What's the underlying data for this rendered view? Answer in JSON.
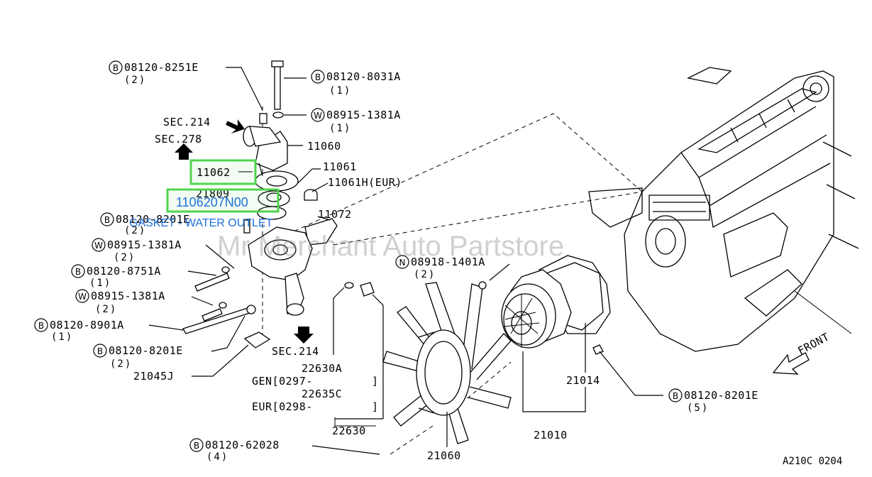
{
  "watermark": "Mr Merchant Auto Partstore",
  "highlight": {
    "boxed_part": "11062",
    "boxed_part_number": "1106207N00",
    "description": "GASKET - WATER OUTLET",
    "overlapped_label": "21809",
    "color": "#4fd44f",
    "text_color": "#1e6fd9"
  },
  "callouts": {
    "b_08120_8251e": {
      "badge": "B",
      "code": "08120-8251E",
      "qty": "(2)"
    },
    "b_08120_8031a": {
      "badge": "B",
      "code": "08120-8031A",
      "qty": "(1)"
    },
    "w_08915_1381a_top": {
      "badge": "W",
      "code": "08915-1381A",
      "qty": "(1)"
    },
    "b_08120_8201_left": {
      "badge": "B",
      "code": "08120-8201E",
      "qty": "(2)"
    },
    "w_08915_1381a_mid": {
      "badge": "W",
      "code": "08915-1381A",
      "qty": "(2)"
    },
    "b_08120_8751a": {
      "badge": "B",
      "code": "08120-8751A",
      "qty": "(1)"
    },
    "w_08915_1381a_low": {
      "badge": "W",
      "code": "08915-1381A",
      "qty": "(2)"
    },
    "b_08120_8901a": {
      "badge": "B",
      "code": "08120-8901A",
      "qty": "(1)"
    },
    "b_08120_8201e_low": {
      "badge": "B",
      "code": "08120-8201E",
      "qty": "(2)"
    },
    "n_08918_1401a": {
      "badge": "N",
      "code": "08918-1401A",
      "qty": "(2)"
    },
    "b_08120_8201e_right": {
      "badge": "B",
      "code": "08120-8201E",
      "qty": "(5)"
    },
    "b_08120_62028": {
      "badge": "B",
      "code": "08120-62028",
      "qty": "(4)"
    }
  },
  "section_refs": {
    "sec214_top": "SEC.214",
    "sec278": "SEC.278",
    "sec214_low": "SEC.214"
  },
  "parts": {
    "p11060": "11060",
    "p11061": "11061",
    "p11061h": "11061H(EUR)",
    "p11072": "11072",
    "p21045j": "21045J",
    "p22630a": "22630A",
    "gen": "GEN[0297-",
    "gen_close": "]",
    "p22635c": "22635C",
    "eur": "EUR[0298-",
    "eur_close": "]",
    "p22630": "22630",
    "p21060": "21060",
    "p21014": "21014",
    "p21010": "21010",
    "front": "FRONT"
  },
  "footer_code": "A210C 0204"
}
